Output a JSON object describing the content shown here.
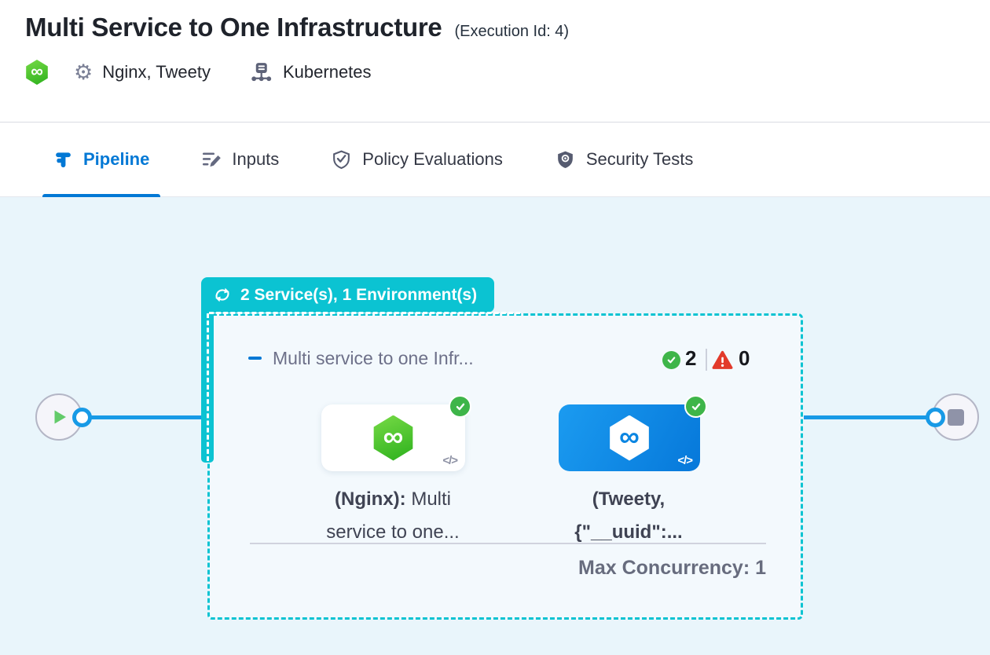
{
  "header": {
    "title": "Multi Service to One Infrastructure",
    "execution_id": "(Execution Id: 4)",
    "services": "Nginx, Tweety",
    "infrastructure": "Kubernetes"
  },
  "tabs": {
    "pipeline": "Pipeline",
    "inputs": "Inputs",
    "policy_evaluations": "Policy Evaluations",
    "security_tests": "Security Tests",
    "active_tab": "Pipeline"
  },
  "canvas": {
    "group_badge": "2 Service(s), 1 Environment(s)",
    "stage": {
      "title": "Multi service to one Infr...",
      "success_count": "2",
      "failed_count": "0",
      "max_concurrency": "Max Concurrency: 1",
      "services": [
        {
          "line1_bold": "(Nginx):",
          "line1_rest": " Multi",
          "line2": "service to one...",
          "card_style": "white",
          "status": "success"
        },
        {
          "line1_bold": "(Tweety,",
          "line1_rest": "",
          "line2": "{\"__uuid\":...",
          "card_style": "blue",
          "status": "success"
        }
      ]
    }
  },
  "icons": {
    "gear_glyph": "⚙",
    "infinity_glyph": "∞",
    "code_glyph": "</>"
  },
  "colors": {
    "accent_blue": "#0278d5",
    "connector_blue": "#189ae6",
    "group_teal": "#0bc3d2",
    "success_green": "#3eb549",
    "error_red": "#e23a2b",
    "service_green": "#42c42a",
    "card_blue": "#0b86e2",
    "canvas_bg": "#e9f5fb"
  }
}
